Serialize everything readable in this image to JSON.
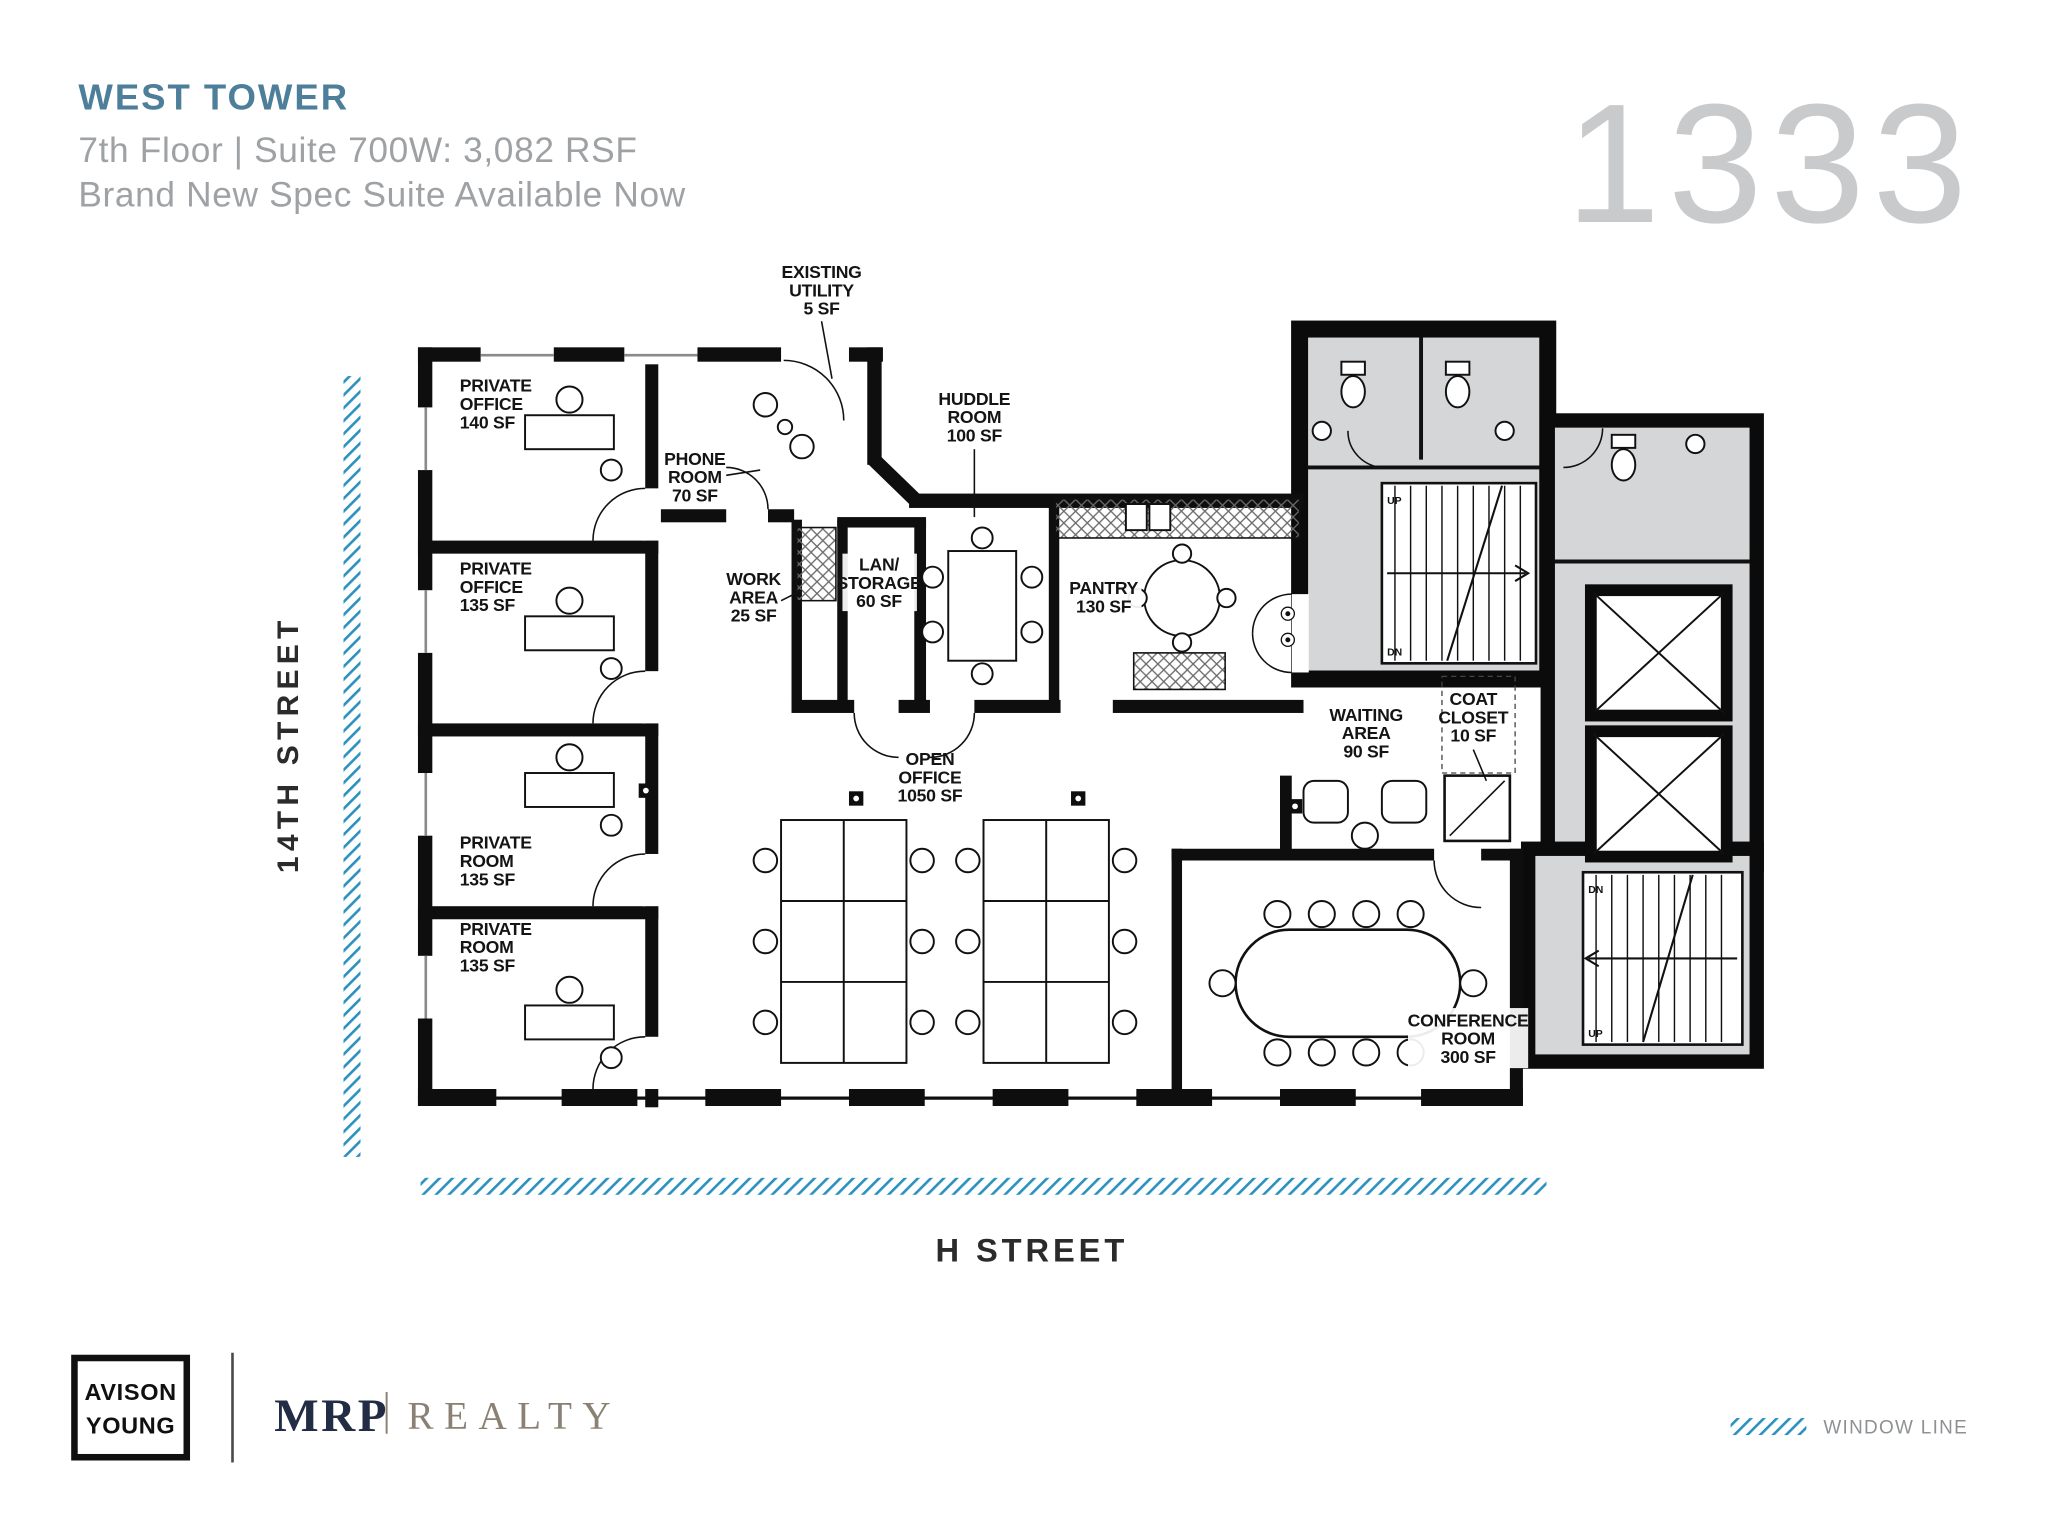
{
  "header": {
    "building": "WEST TOWER",
    "subtitle": "7th Floor | Suite 700W: 3,082 RSF",
    "tagline": "Brand New Spec Suite Available Now",
    "big_number": "1333"
  },
  "streets": {
    "left": "14TH STREET",
    "bottom": "H STREET"
  },
  "legend": {
    "window_line": "WINDOW LINE"
  },
  "brand": {
    "avison": [
      "AVISON",
      "YOUNG"
    ],
    "mrp": "MRP",
    "realty": "REALTY"
  },
  "stairs": {
    "up": "UP",
    "dn": "DN"
  },
  "colors": {
    "accent_teal": "#2b91be",
    "header_blue": "#4d7e9a",
    "gray_text": "#9fa2a5",
    "big_number_gray": "#c8cacc",
    "core_fill": "#d4d6d8"
  },
  "rooms": {
    "private_office_1": [
      "PRIVATE",
      "OFFICE",
      "140 SF"
    ],
    "private_office_2": [
      "PRIVATE",
      "OFFICE",
      "135 SF"
    ],
    "private_room_1": [
      "PRIVATE",
      "ROOM",
      "135 SF"
    ],
    "private_room_2": [
      "PRIVATE",
      "ROOM",
      "135 SF"
    ],
    "phone_room": [
      "PHONE",
      "ROOM",
      "70 SF"
    ],
    "existing_utility": [
      "EXISTING",
      "UTILITY",
      "5 SF"
    ],
    "work_area": [
      "WORK",
      "AREA",
      "25 SF"
    ],
    "lan_storage": [
      "LAN/",
      "STORAGE",
      "60 SF"
    ],
    "huddle_room": [
      "HUDDLE",
      "ROOM",
      "100 SF"
    ],
    "pantry": [
      "PANTRY",
      "130 SF"
    ],
    "open_office": [
      "OPEN",
      "OFFICE",
      "1050 SF"
    ],
    "waiting_area": [
      "WAITING",
      "AREA",
      "90 SF"
    ],
    "coat_closet": [
      "COAT",
      "CLOSET",
      "10 SF"
    ],
    "conference_room": [
      "CONFERENCE",
      "ROOM",
      "300 SF"
    ]
  }
}
